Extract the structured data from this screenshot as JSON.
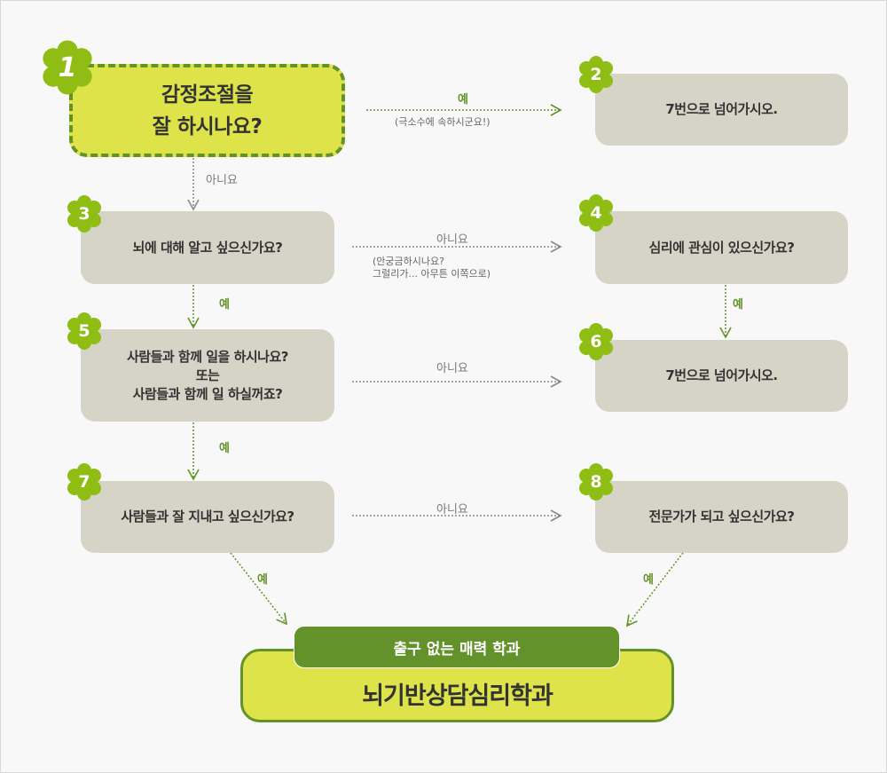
{
  "nodes": {
    "n1": {
      "number": "1",
      "text": "감정조절을\n잘 하시나요?"
    },
    "n2": {
      "number": "2",
      "text": "7번으로 넘어가시오."
    },
    "n3": {
      "number": "3",
      "text": "뇌에 대해 알고 싶으신가요?"
    },
    "n4": {
      "number": "4",
      "text": "심리에 관심이 있으신가요?"
    },
    "n5": {
      "number": "5",
      "text": "사람들과 함께 일을 하시나요?\n또는\n사람들과 함께 일 하실꺼죠?"
    },
    "n6": {
      "number": "6",
      "text": "7번으로 넘어가시오."
    },
    "n7": {
      "number": "7",
      "text": "사람들과 잘 지내고 싶으신가요?"
    },
    "n8": {
      "number": "8",
      "text": "전문가가 되고 싶으신가요?"
    }
  },
  "edges": {
    "e1_2": {
      "label": "예",
      "note": "(극소수에 속하시군요!)"
    },
    "e1_3": {
      "label": "아니요"
    },
    "e3_4": {
      "label": "아니요",
      "note": "(안궁금하시나요?\n그럴리가... 아무튼 이쪽으로)"
    },
    "e3_5": {
      "label": "예"
    },
    "e4_6": {
      "label": "예"
    },
    "e5_6": {
      "label": "아니요"
    },
    "e5_7": {
      "label": "예"
    },
    "e7_8": {
      "label": "아니요"
    },
    "e7_f": {
      "label": "예"
    },
    "e8_f": {
      "label": "예"
    }
  },
  "result": {
    "tag": "출구 없는 매력 학과",
    "title": "뇌기반상담심리학과"
  },
  "colors": {
    "green": "#64922a",
    "badge": "#8fbd14",
    "yellow": "#dde349",
    "box": "#d6d4c6",
    "gray_arrow": "#888888"
  }
}
